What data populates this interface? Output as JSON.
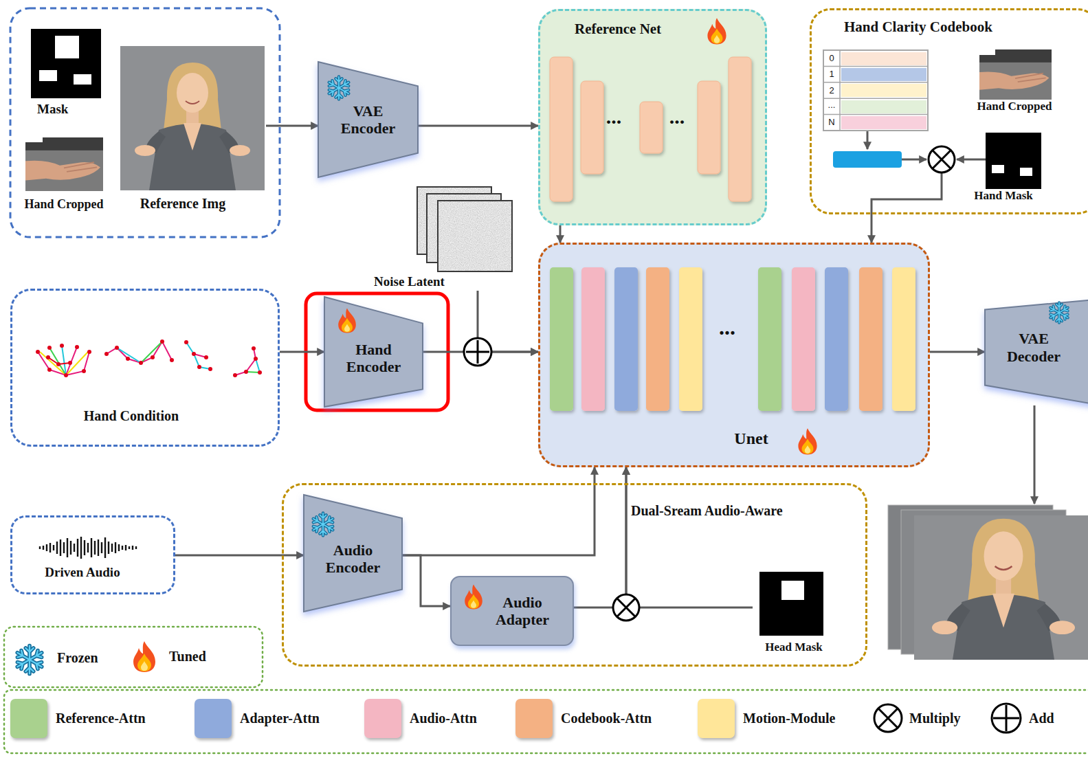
{
  "diagram": {
    "nodes": [
      {
        "text": [
          "Mask"
        ]
      },
      {
        "text": [
          "Hand Cropped"
        ]
      },
      {
        "text": [
          "Reference Img"
        ]
      },
      {
        "text": [
          "VAE Encoder"
        ]
      },
      {
        "text": [
          "Reference Net"
        ]
      },
      {
        "text": [
          "Hand Clarity Codebook"
        ]
      },
      {
        "text": [
          "Hand Cropped"
        ],
        "in": 5
      },
      {
        "text": [
          "Hand Mask"
        ],
        "in": 5
      },
      {
        "text": [
          "Noise Latent"
        ]
      },
      {
        "text": [
          "Hand Condition"
        ]
      },
      {
        "text": [
          "Hand Encoder"
        ]
      },
      {
        "text": [
          "Unet"
        ]
      },
      {
        "text": [
          "VAE Decoder"
        ]
      },
      {
        "text": [
          "Driven Audio"
        ]
      },
      {
        "text": [
          "Dual-Sream Audio-Aware"
        ]
      },
      {
        "text": [
          "Audio Encoder"
        ],
        "in": 14
      },
      {
        "text": [
          "Audio Adapter"
        ],
        "in": 14
      },
      {
        "text": [
          "Head Mask"
        ],
        "in": 14
      }
    ],
    "edges": [
      {
        "from": 2,
        "to": 3,
        "arrow": "to"
      },
      {
        "from": 3,
        "to": 4,
        "arrow": "to"
      },
      {
        "from": 4,
        "to": 11,
        "arrow": "to"
      },
      {
        "from": 5,
        "to": 11,
        "arrow": "to"
      },
      {
        "from": 9,
        "to": 10,
        "arrow": "to"
      },
      {
        "from": 10,
        "to": 11,
        "arrow": "to"
      },
      {
        "from": 8,
        "to": 11,
        "arrow": "to"
      },
      {
        "from": 11,
        "to": 12,
        "arrow": "to"
      },
      {
        "from": 13,
        "to": 15,
        "arrow": "to"
      },
      {
        "from": 15,
        "to": 11,
        "arrow": "to"
      },
      {
        "from": 15,
        "to": 16,
        "arrow": "to"
      },
      {
        "from": 16,
        "to": 11,
        "arrow": "to"
      },
      {
        "from": 17,
        "to": 11,
        "arrow": "to"
      }
    ],
    "labels": [
      "...",
      "...",
      "0",
      "1",
      "2",
      "...",
      "N",
      "..."
    ],
    "legend": [
      {
        "text": "Frozen"
      },
      {
        "text": "Tuned"
      },
      {
        "text": "Reference-Attn",
        "color": "#a9d18e"
      },
      {
        "text": "Adapter-Attn",
        "color": "#8faadc"
      },
      {
        "text": "Audio-Attn",
        "color": "#f4b6c2"
      },
      {
        "text": "Codebook-Attn",
        "color": "#f4b183"
      },
      {
        "text": "Motion-Module",
        "color": "#ffe699"
      },
      {
        "text": "Multiply"
      },
      {
        "text": "Add"
      }
    ]
  }
}
